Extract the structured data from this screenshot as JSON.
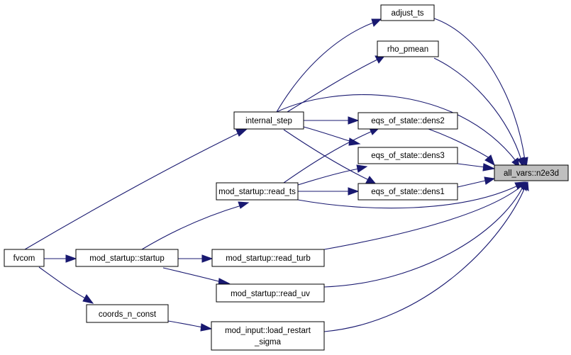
{
  "graph": {
    "nodes": {
      "adjust_ts": "adjust_ts",
      "rho_pmean": "rho_pmean",
      "internal_step": "internal_step",
      "dens2": "eqs_of_state::dens2",
      "dens3": "eqs_of_state::dens3",
      "dens1": "eqs_of_state::dens1",
      "n2e3d": "all_vars::n2e3d",
      "read_ts": "mod_startup::read_ts",
      "fvcom": "fvcom",
      "startup": "mod_startup::startup",
      "read_turb": "mod_startup::read_turb",
      "read_uv": "mod_startup::read_uv",
      "coords": "coords_n_const",
      "load_restart_1": "mod_input::load_restart",
      "load_restart_2": "_sigma"
    },
    "colors": {
      "edge": "#191970",
      "node_border": "#000000",
      "focus_fill": "#bfbfbf"
    }
  }
}
